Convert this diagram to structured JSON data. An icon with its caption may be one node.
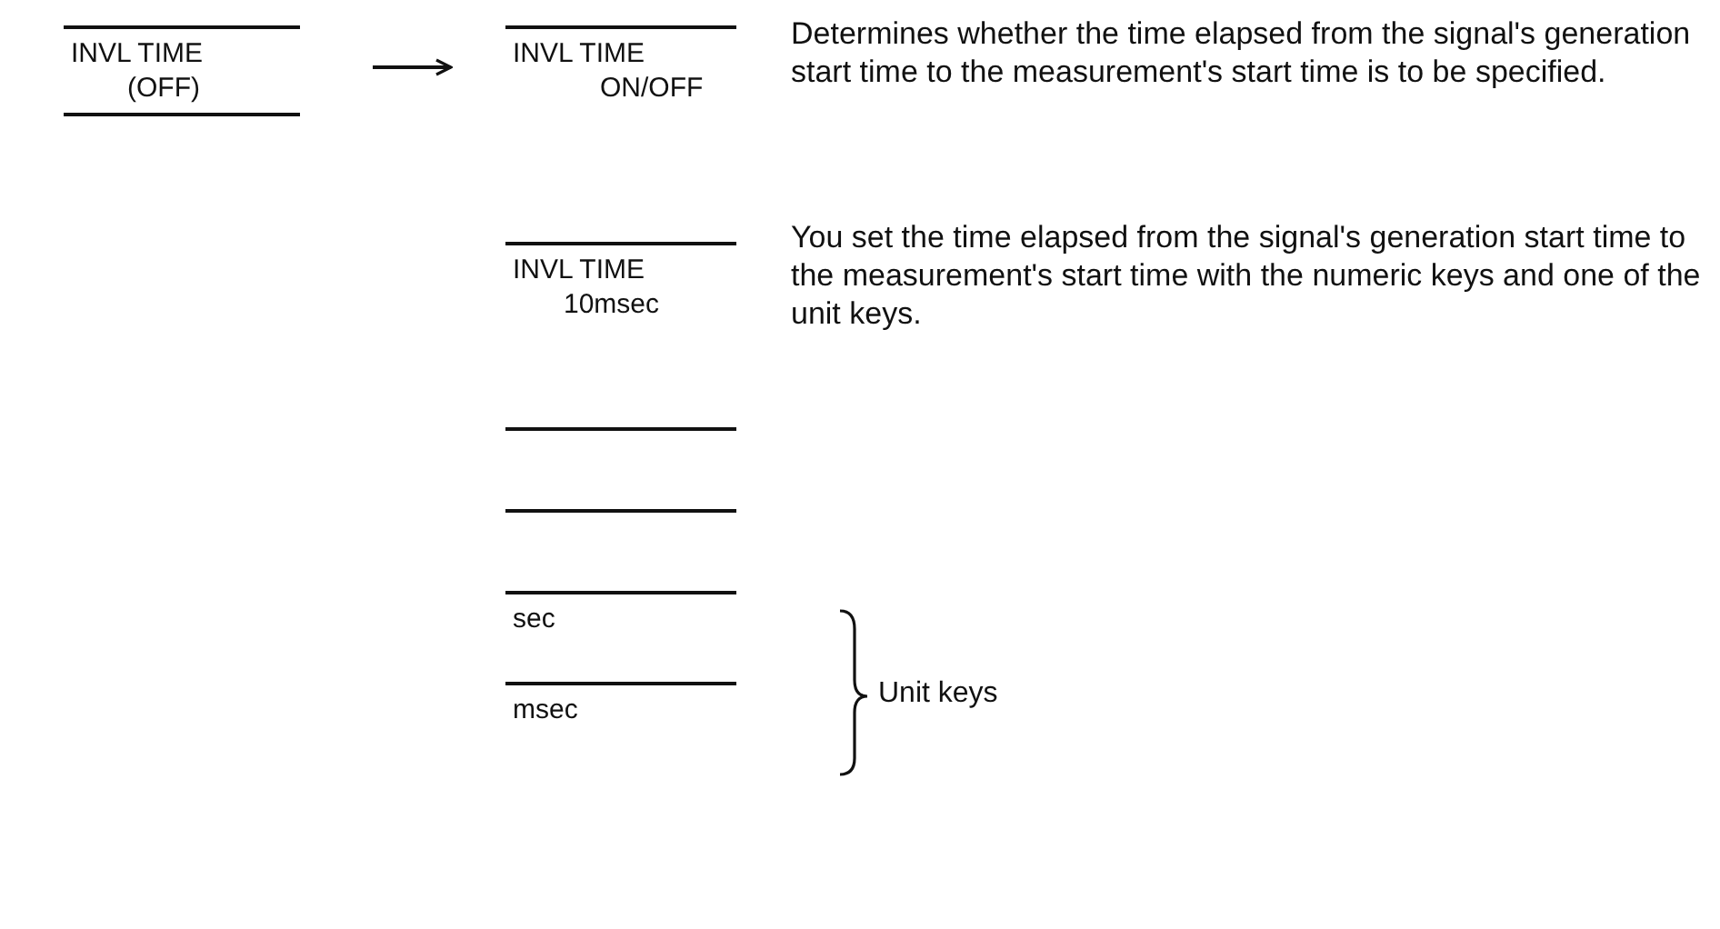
{
  "diagram": {
    "nodes": [
      {
        "text": [
          "INVL TIME",
          "(OFF)"
        ]
      },
      {
        "text": [
          "INVL TIME",
          "ON/OFF"
        ],
        "beside": [
          "Determines whether the time elapsed from the signal's generation start time to the measurement's start time is to be specified."
        ]
      },
      {
        "text": [
          "INVL TIME",
          "10msec"
        ],
        "beside": [
          "You set the time elapsed from the signal's generation start time to the measurement's start time with the numeric keys and one of the unit keys."
        ]
      },
      {
        "text": [],
        "shape": "box"
      },
      {
        "text": [],
        "shape": "box"
      },
      {
        "text": [
          "sec"
        ]
      },
      {
        "text": [
          "msec"
        ]
      }
    ],
    "edges": [
      {
        "from": 0,
        "to": 1,
        "arrow": "to"
      }
    ],
    "labels": [
      "Unit keys"
    ]
  }
}
